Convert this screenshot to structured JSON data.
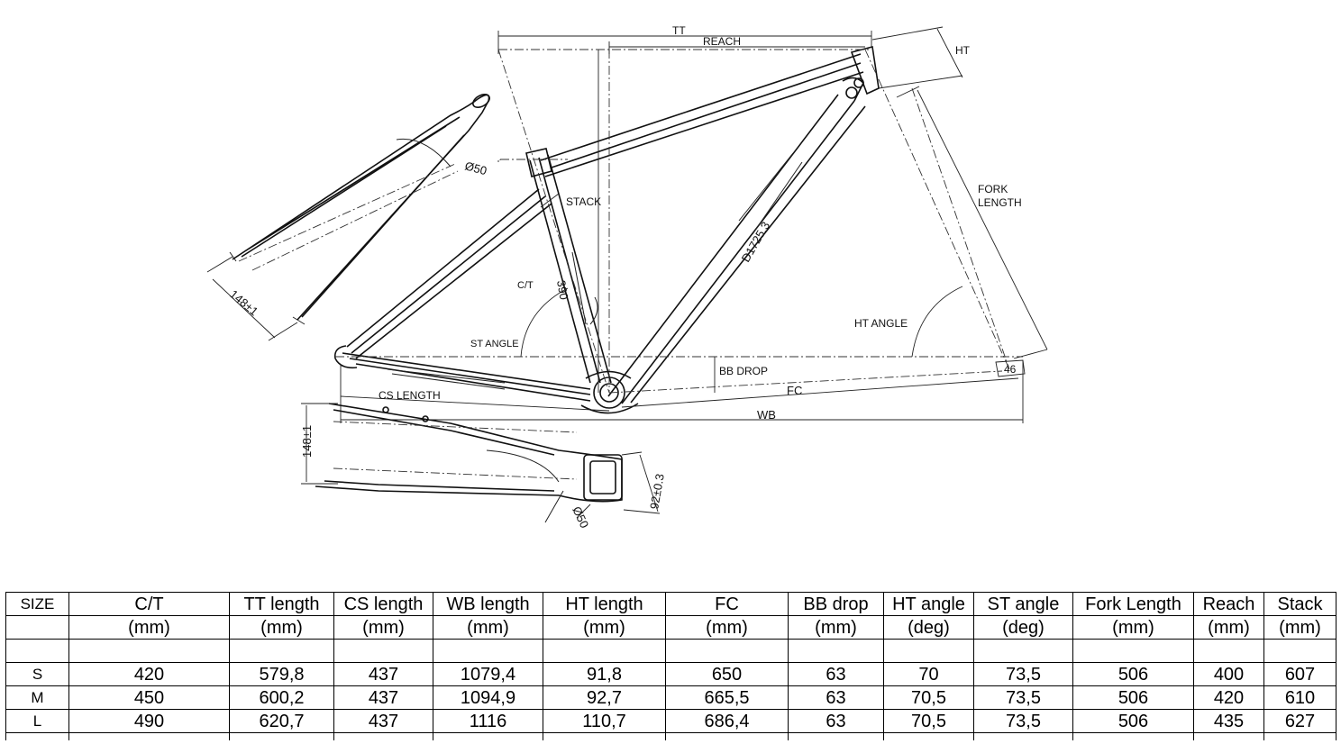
{
  "diagram": {
    "labels": {
      "tt": "TT",
      "reach": "REACH",
      "ht": "HT",
      "fork_length_1": "FORK",
      "fork_length_2": "LENGTH",
      "stack": "STACK",
      "ct": "C/T",
      "st_length": "390",
      "dt_length": "D1725.3",
      "st_angle": "ST ANGLE",
      "ht_angle": "HT ANGLE",
      "bb_drop": "BB DROP",
      "fc": "FC",
      "wb": "WB",
      "cs_length": "CS LENGTH",
      "ht_angle_value": "46",
      "stay_diameter_top": "Ø50",
      "stay_spacing_top": "148±1",
      "stay_spacing_bottom": "148±1",
      "stay_diameter_bottom": "Ø50",
      "bb_width": "92±0.3"
    }
  },
  "table": {
    "headers": [
      "SIZE",
      "C/T",
      "TT length",
      "CS length",
      "WB length",
      "HT length",
      "FC",
      "BB drop",
      "HT angle",
      "ST angle",
      "Fork Length",
      "Reach",
      "Stack"
    ],
    "units": [
      "",
      "(mm)",
      "(mm)",
      "(mm)",
      "(mm)",
      "(mm)",
      "(mm)",
      "(mm)",
      "(deg)",
      "(deg)",
      "(mm)",
      "(mm)",
      "(mm)"
    ],
    "rows": [
      [
        "S",
        "420",
        "579,8",
        "437",
        "1079,4",
        "91,8",
        "650",
        "63",
        "70",
        "73,5",
        "506",
        "400",
        "607"
      ],
      [
        "M",
        "450",
        "600,2",
        "437",
        "1094,9",
        "92,7",
        "665,5",
        "63",
        "70,5",
        "73,5",
        "506",
        "420",
        "610"
      ],
      [
        "L",
        "490",
        "620,7",
        "437",
        "1116",
        "110,7",
        "686,4",
        "63",
        "70,5",
        "73,5",
        "506",
        "435",
        "627"
      ]
    ]
  }
}
